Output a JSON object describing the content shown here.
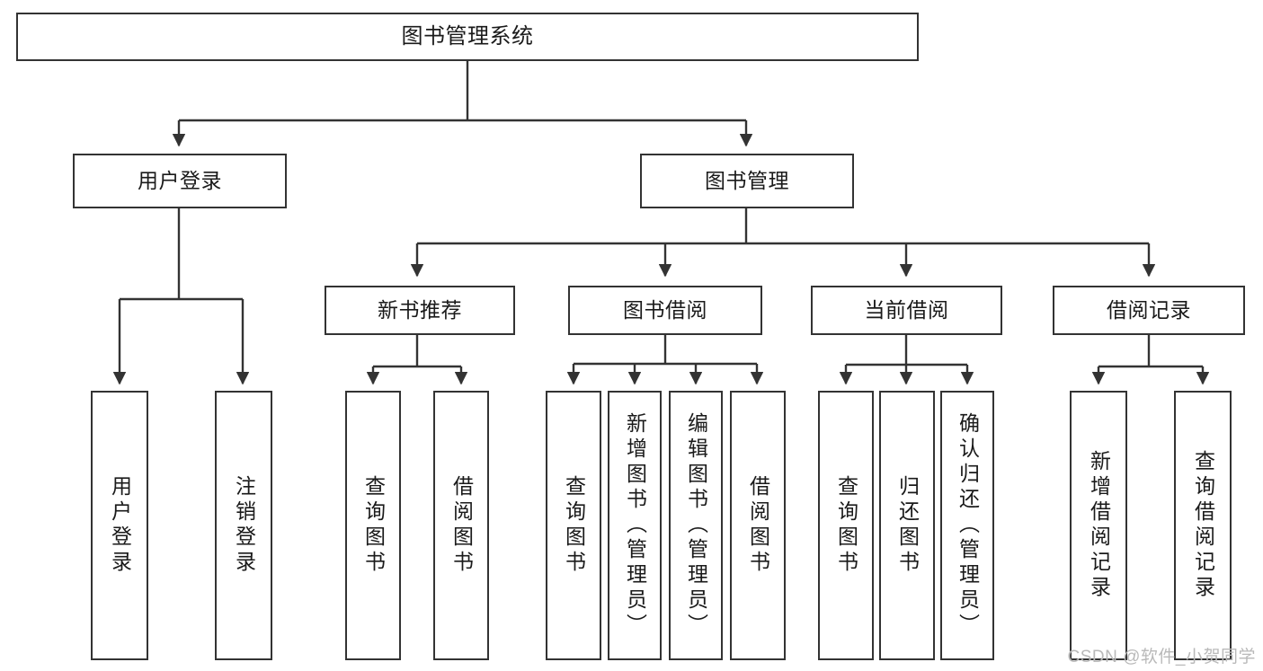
{
  "diagram": {
    "title": "图书管理系统",
    "type": "tree-hierarchy-chart",
    "watermark": "CSDN @软件_小贺同学",
    "colors": {
      "box_border": "#333333",
      "box_fill": "#ffffff",
      "edge": "#333333",
      "text": "#1a1a1a",
      "watermark": "#b9b9b9"
    },
    "nodes": {
      "root": {
        "label": "图书管理系统"
      },
      "level2": [
        {
          "id": "user-login",
          "label": "用户登录"
        },
        {
          "id": "book-manage",
          "label": "图书管理"
        }
      ],
      "level3": [
        {
          "id": "new-book-recommend",
          "label": "新书推荐"
        },
        {
          "id": "book-borrow",
          "label": "图书借阅"
        },
        {
          "id": "current-borrow",
          "label": "当前借阅"
        },
        {
          "id": "borrow-record",
          "label": "借阅记录"
        }
      ],
      "leaves": {
        "user-login": [
          {
            "id": "leaf-user-login",
            "label": "用户登录"
          },
          {
            "id": "leaf-logout-login",
            "label": "注销登录"
          }
        ],
        "new-book-recommend": [
          {
            "id": "leaf-query-book-1",
            "label": "查询图书"
          },
          {
            "id": "leaf-borrow-book-1",
            "label": "借阅图书"
          }
        ],
        "book-borrow": [
          {
            "id": "leaf-query-book-2",
            "label": "查询图书"
          },
          {
            "id": "leaf-add-book",
            "label": "新增图书（管理员）"
          },
          {
            "id": "leaf-edit-book",
            "label": "编辑图书（管理员）"
          },
          {
            "id": "leaf-borrow-book-2",
            "label": "借阅图书"
          }
        ],
        "current-borrow": [
          {
            "id": "leaf-query-book-3",
            "label": "查询图书"
          },
          {
            "id": "leaf-return-book",
            "label": "归还图书"
          },
          {
            "id": "leaf-confirm-return",
            "label": "确认归还（管理员）"
          }
        ],
        "borrow-record": [
          {
            "id": "leaf-add-record",
            "label": "新增借阅记录"
          },
          {
            "id": "leaf-query-record",
            "label": "查询借阅记录"
          }
        ]
      }
    }
  }
}
